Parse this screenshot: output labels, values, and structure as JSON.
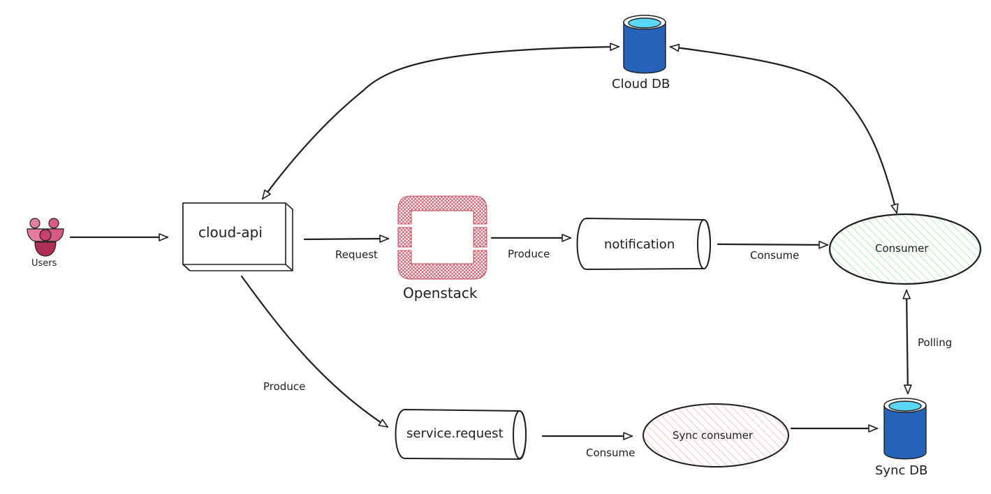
{
  "diagram": {
    "colors": {
      "stroke": "#1e1e1e",
      "db_body": "#2563b8",
      "db_top": "#5ad7f5",
      "users_light": "#e57ba0",
      "users_mid": "#d65a84",
      "users_dark": "#b03055",
      "openstack": "#d04555",
      "consumer_hatch": "#8fe09a",
      "sync_consumer_hatch": "#f2a3a3"
    },
    "nodes": {
      "users": {
        "label": "Users",
        "icon": "users-group-icon"
      },
      "cloud_api": {
        "label": "cloud-api",
        "shape": "3d-box"
      },
      "openstack": {
        "label": "Openstack",
        "icon": "openstack-logo-icon"
      },
      "notification": {
        "label": "notification",
        "shape": "queue-cylinder"
      },
      "consumer": {
        "label": "Consumer",
        "shape": "ellipse"
      },
      "cloud_db": {
        "label": "Cloud DB",
        "icon": "database-icon"
      },
      "service_request": {
        "label": "service.request",
        "shape": "queue-cylinder"
      },
      "sync_consumer": {
        "label": "Sync consumer",
        "shape": "ellipse"
      },
      "sync_db": {
        "label": "Sync DB",
        "icon": "database-icon"
      }
    },
    "edges": [
      {
        "from": "users",
        "to": "cloud_api",
        "label": ""
      },
      {
        "from": "cloud_api",
        "to": "openstack",
        "label": "Request"
      },
      {
        "from": "openstack",
        "to": "notification",
        "label": "Produce"
      },
      {
        "from": "notification",
        "to": "consumer",
        "label": "Consume"
      },
      {
        "from": "cloud_db",
        "to": "cloud_api",
        "label": "",
        "bidirectional": true
      },
      {
        "from": "cloud_db",
        "to": "consumer",
        "label": "",
        "bidirectional": true
      },
      {
        "from": "consumer",
        "to": "sync_db",
        "label": "Polling",
        "bidirectional": true
      },
      {
        "from": "cloud_api",
        "to": "service_request",
        "label": "Produce"
      },
      {
        "from": "service_request",
        "to": "sync_consumer",
        "label": "Consume"
      },
      {
        "from": "sync_consumer",
        "to": "sync_db",
        "label": ""
      }
    ]
  }
}
